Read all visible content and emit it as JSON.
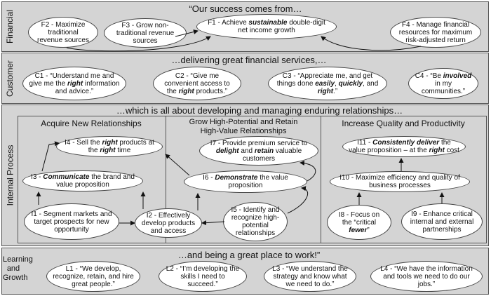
{
  "bands": {
    "financial": {
      "label": "Financial",
      "header": "“Our success comes from…"
    },
    "customer": {
      "label": "Customer",
      "header": "…delivering great financial services,…"
    },
    "internal": {
      "label": "Internal Process",
      "header": "…which is all about developing and managing enduring relationships…"
    },
    "learning": {
      "label": "Learning and Growth",
      "header": "…and being a great place to work!”"
    }
  },
  "financial_nodes": {
    "f1": [
      "F1 - Achieve ",
      "sustainable",
      " double-digit net income growth"
    ],
    "f2": "F2 - Maximize traditional revenue sources",
    "f3": "F3 - Grow non-traditional revenue sources",
    "f4": "F4 - Manage financial resources for maximum risk-adjusted return"
  },
  "customer_nodes": {
    "c1": [
      "C1 - “Understand me and give me the ",
      "right",
      " information and advice.”"
    ],
    "c2": [
      "C2 - “Give me convenient access to the ",
      "right",
      " products.”"
    ],
    "c3": [
      "C3 - “Appreciate me, and get things done ",
      "easily",
      ", ",
      "quickly",
      ", and ",
      "right",
      ".”"
    ],
    "c4": [
      "C4 - “Be ",
      "involved",
      " in my communities.”"
    ]
  },
  "panels": {
    "acquire": "Acquire New Relationships",
    "grow": "Grow High-Potential and Retain High-Value Relationships",
    "quality": "Increase Quality and Productivity"
  },
  "internal_nodes": {
    "i1": "I1 - Segment markets and target prospects for new opportunity",
    "i2": "I2 - Effectively develop products and access",
    "i3": [
      "I3 - ",
      "Communicate",
      " the brand and value proposition"
    ],
    "i4": [
      "I4 - Sell the ",
      "right",
      " products at the ",
      "right",
      " time"
    ],
    "i5": "I5 - Identify and recognize high-potential relationships",
    "i6": [
      "I6 - ",
      "Demonstrate",
      " the value proposition"
    ],
    "i7": [
      "I7 - Provide premium service to ",
      "delight",
      " and ",
      "retain",
      " valuable customers"
    ],
    "i8": [
      "I8 - Focus on the “critical ",
      "fewer",
      "”"
    ],
    "i9": "I9 - Enhance critical internal and external partnerships",
    "i10": "I10 - Maximize efficiency and quality of business processes",
    "i11": [
      "I11 - ",
      "Consistently deliver",
      " the value proposition – at the ",
      "right",
      " cost"
    ]
  },
  "learning_nodes": {
    "l1": "L1 - “We develop, recognize, retain, and hire great people.”",
    "l2": "L2 - “I’m developing the skills I need to succeed.”",
    "l3": "L3 - “We understand the strategy and know what we need to do.”",
    "l4": "L4 - “We have the information and tools we need to do our jobs.”"
  }
}
